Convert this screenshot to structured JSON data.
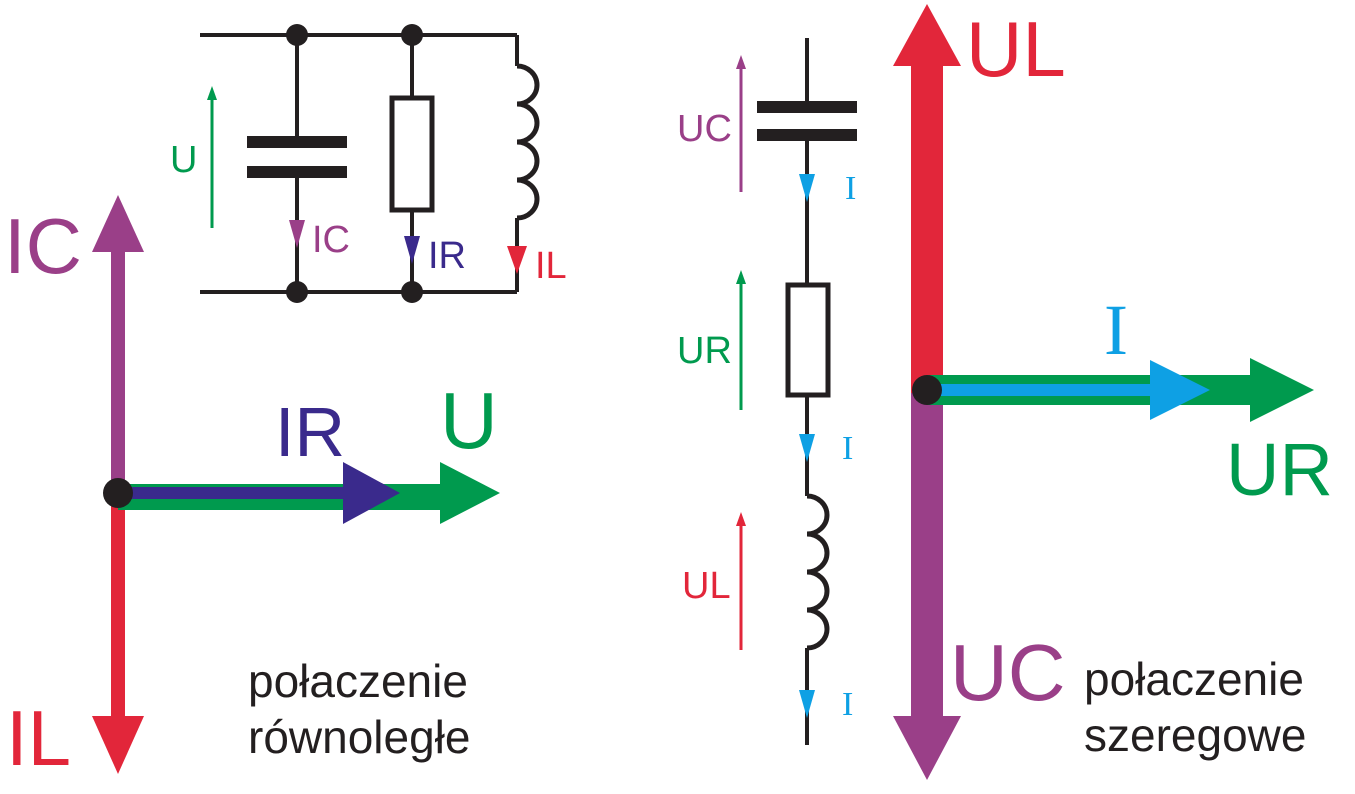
{
  "colors": {
    "wire": "#231f20",
    "green": "#009a4e",
    "purple": "#9a3f88",
    "indigo": "#3a2a8c",
    "red": "#e2263a",
    "cyan": "#0ea0e4",
    "text": "#231f20"
  },
  "parallel": {
    "circuit": {
      "u": "U",
      "ic": "IC",
      "ir": "IR",
      "il": "IL"
    },
    "phasor": {
      "ic": "IC",
      "il": "IL",
      "ir": "IR",
      "u": "U"
    },
    "caption_line1": "połaczenie",
    "caption_line2": "równoległe"
  },
  "series": {
    "circuit": {
      "uc": "UC",
      "ur": "UR",
      "ul": "UL",
      "i1": "I",
      "i2": "I",
      "i3": "I"
    },
    "phasor": {
      "ul": "UL",
      "uc": "UC",
      "i": "I",
      "ur": "UR"
    },
    "caption_line1": "połaczenie",
    "caption_line2": "szeregowe"
  }
}
